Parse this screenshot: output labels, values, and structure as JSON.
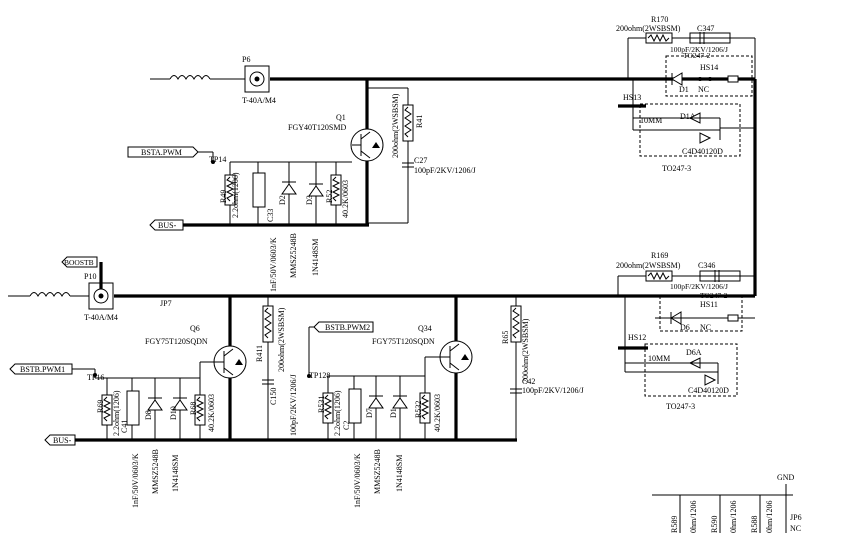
{
  "net_labels": {
    "bsta_pwm": "BSTA.PWM",
    "bus_top": "BUS-",
    "boostb": "BOOSTB",
    "bstb_pwm2": "BSTB.PWM2",
    "bstb_pwm1": "BSTB.PWM1",
    "bus_bottom": "BUS-",
    "gnd": "GND"
  },
  "connectors": {
    "p6": "P6",
    "p6_val": "T-40A/M4",
    "p10": "P10",
    "p10_val": "T-40A/M4",
    "jp7": "JP7"
  },
  "transistors": {
    "q1": "Q1",
    "q1_part": "FGY40T120SMD",
    "q6": "Q6",
    "q6_part": "FGY75T120SQDN",
    "q34": "Q34",
    "q34_part": "FGY75T120SQDN"
  },
  "testpoints": {
    "tp14": "TP14",
    "tp16": "TP16",
    "tp128": "TP128"
  },
  "upper_gate": {
    "r49": "R49",
    "r49_val": "2.2ohm(1206)",
    "c33": "C33",
    "c33_val": "1nF/50V/0603/K",
    "d2": "D2",
    "d2_val": "MMSZ5248B",
    "d3": "D3",
    "d3_val": "1N4148SM",
    "r52": "R52",
    "r52_val": "40.2K/0603",
    "r41": "R41",
    "r41_val": "200ohm(2WSBSM)",
    "c27": "C27",
    "c27_val": "100pF/2KV/1206/J"
  },
  "lower_left_gate": {
    "r69": "R69",
    "r69_val": "2.2ohm(1206)",
    "c41": "C41",
    "c41_val": "1nF/50V/0603/K",
    "d8": "D8",
    "d8_val": "MMSZ5248B",
    "d10": "D10",
    "d10_val": "1N4148SM",
    "r68": "R68",
    "r68_val": "40.2K/0603",
    "r411": "R411",
    "r411_val": "200ohm(2WSBSM)",
    "c150": "C150",
    "c150_val": "100pF/2KV/1206/J"
  },
  "lower_right_gate": {
    "r531": "R531",
    "r531_val": "2.2ohm(1206)",
    "c2": "C2",
    "c2_val": "1nF/50V/0603/K",
    "d7": "D7",
    "d7_val": "MMSZ5248B",
    "d1x": "D1",
    "d1x_val": "1N4148SM",
    "r532": "R532",
    "r532_val": "40.2K/0603",
    "r65": "R65",
    "r65_val": "200ohm(2WSBSM)",
    "c42": "C42",
    "c42_val": "100pF/2KV/1206/J"
  },
  "right_top": {
    "r170": "R170",
    "r170_val": "200ohm(2WSBSM)",
    "c347": "C347",
    "c347_val": "100pF/2KV/1206/J",
    "hs14": "HS14",
    "hs13": "HS13",
    "d1": "D1",
    "d1a": "D1A",
    "nc": "NC",
    "mm": "10MM",
    "pkg": "TO247-2",
    "pkg3": "TO247-3",
    "part": "C4D40120D"
  },
  "right_bottom": {
    "r169": "R169",
    "r169_val": "200ohm(2WSBSM)",
    "c346": "C346",
    "c346_val": "100pF/2KV/1206/J",
    "hs11": "HS11",
    "hs12": "HS12",
    "d6": "D6",
    "d6a": "D6A",
    "nc": "NC",
    "mm": "10MM",
    "pkg": "TO247-2",
    "pkg3": "TO247-3",
    "part": "C4D40120D"
  },
  "bottom_right": {
    "r589": "R589",
    "r590": "R590",
    "r588": "R588",
    "jp6": "JP6",
    "nc": "NC",
    "val": "0hm/1206"
  }
}
